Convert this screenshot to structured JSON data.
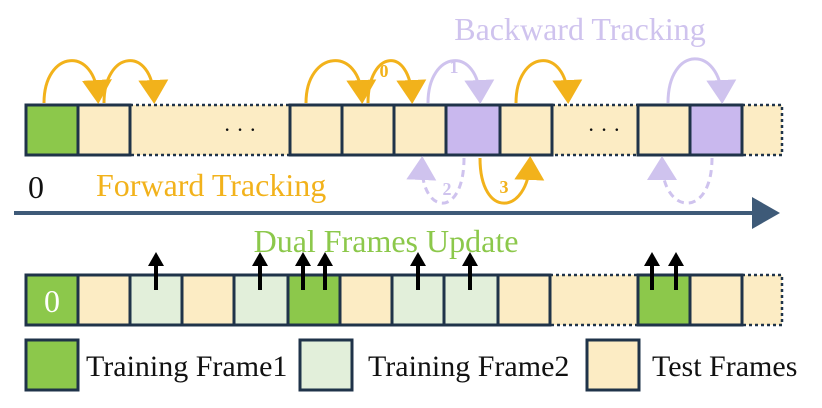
{
  "colors": {
    "training1": "#8CC84B",
    "training2": "#E2EFDA",
    "test": "#FCECC4",
    "backward_frame": "#C9B8EE",
    "frame_border": "#1F3349",
    "forward_arrow": "#F2B21B",
    "backward_arrow": "#CFC3EE",
    "timeline": "#3E5A78",
    "update_text": "#8CC84B",
    "update_arrow": "#000000"
  },
  "labels": {
    "backward_tracking": "Backward Tracking",
    "forward_tracking": "Forward Tracking",
    "dual_frames_update": "Dual Frames Update",
    "time_zero": "0",
    "ellipsis": "· · ·",
    "first_frame_zero": "0",
    "step_0": "0",
    "step_1": "1",
    "step_2": "2",
    "step_3": "3"
  },
  "top_row": {
    "frames": [
      "training1",
      "test",
      "gap",
      "test",
      "test",
      "test",
      "backward",
      "test",
      "gap",
      "test",
      "backward",
      "test"
    ]
  },
  "bottom_row": {
    "frames": [
      "training1",
      "test",
      "training2",
      "test",
      "training2",
      "training1",
      "test",
      "training2",
      "training2",
      "test",
      "gap",
      "training1",
      "test",
      "test"
    ]
  },
  "legend": [
    {
      "label": "Training Frame1",
      "color_key": "training1"
    },
    {
      "label": "Training Frame2",
      "color_key": "training2"
    },
    {
      "label": "Test Frames",
      "color_key": "test"
    }
  ]
}
